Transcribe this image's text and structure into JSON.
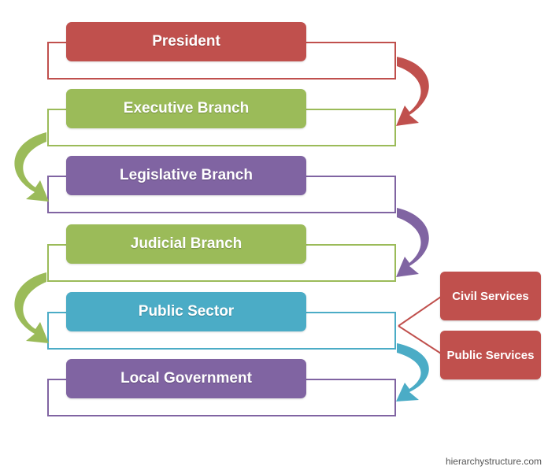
{
  "levels": [
    {
      "label": "President",
      "color": "#c0504d"
    },
    {
      "label": "Executive Branch",
      "color": "#9bbb59"
    },
    {
      "label": "Legislative Branch",
      "color": "#8064a2"
    },
    {
      "label": "Judicial Branch",
      "color": "#9bbb59"
    },
    {
      "label": "Public Sector",
      "color": "#4bacc6"
    },
    {
      "label": "Local Government",
      "color": "#8064a2"
    }
  ],
  "public_sector_children": [
    {
      "label": "Civil Services"
    },
    {
      "label": "Public Services"
    }
  ],
  "colors": {
    "president": "#c0504d",
    "green": "#9bbb59",
    "purple": "#8064a2",
    "teal": "#4bacc6",
    "side_box": "#c0504d"
  },
  "watermark": "hierarchystructure.com"
}
